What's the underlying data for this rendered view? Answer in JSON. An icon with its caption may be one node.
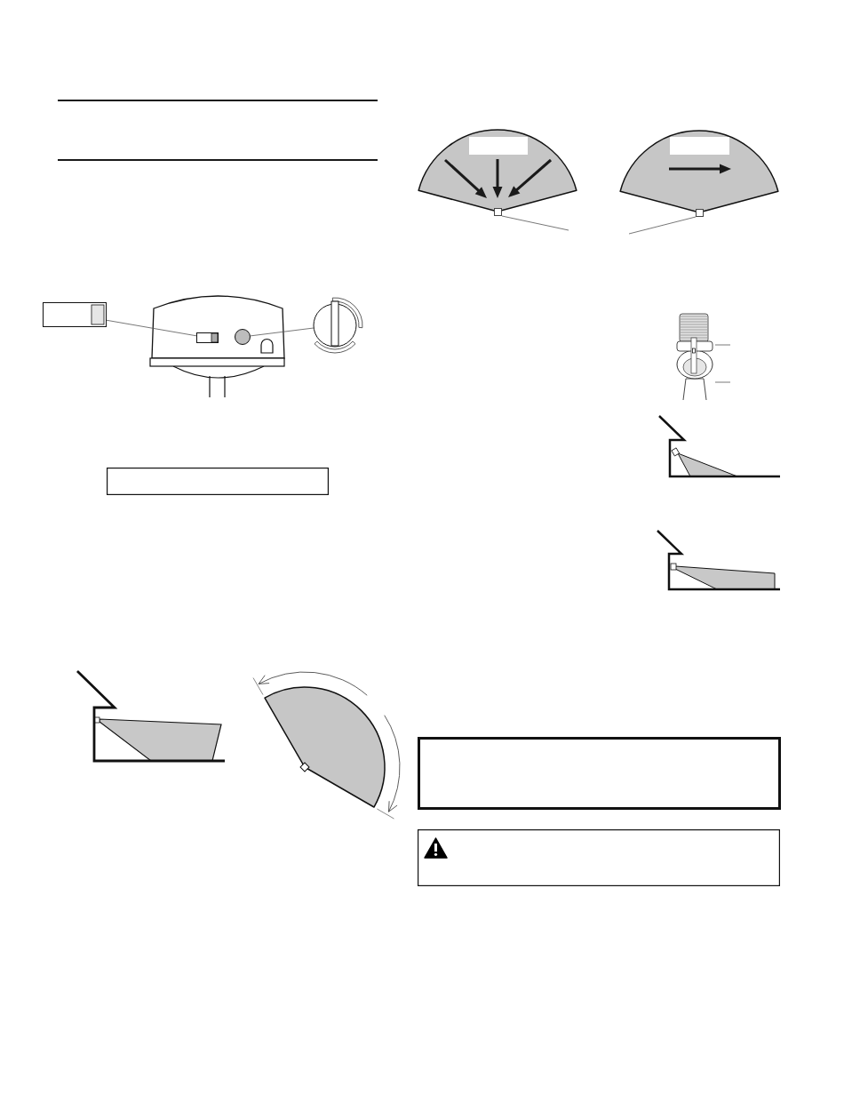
{
  "diagram": {
    "nodes": [
      {
        "text": [],
        "shape": "box"
      },
      {
        "text": [],
        "shape": "picture"
      },
      {
        "text": [],
        "shape": "box",
        "in": 1
      },
      {
        "text": [],
        "shape": "circle",
        "in": 1
      },
      {
        "text": [],
        "shape": "circle"
      },
      {
        "text": [],
        "shape": "box"
      },
      {
        "text": [],
        "shape": "sector"
      },
      {
        "text": [],
        "shape": "box",
        "in": 6
      },
      {
        "text": [],
        "shape": "box"
      },
      {
        "text": [],
        "shape": "sector"
      },
      {
        "text": [],
        "shape": "box",
        "in": 9
      },
      {
        "text": [],
        "shape": "box"
      },
      {
        "text": [],
        "shape": "picture"
      },
      {
        "text": [],
        "shape": "box"
      },
      {
        "text": [],
        "shape": "box"
      }
    ],
    "edges": [
      {
        "from": 0,
        "to": 2,
        "arrow": "none"
      },
      {
        "from": 3,
        "to": 4,
        "arrow": "none"
      },
      {
        "from": 8,
        "to": null,
        "arrow": "none"
      },
      {
        "from": 11,
        "to": null,
        "arrow": "none"
      },
      {
        "from": null,
        "to": 12,
        "arrow": "none"
      },
      {
        "from": null,
        "to": 12,
        "arrow": "none"
      }
    ]
  }
}
